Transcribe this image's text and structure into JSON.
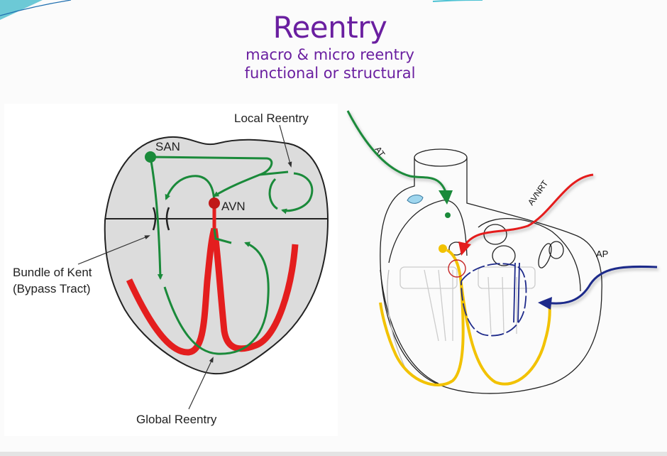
{
  "slide": {
    "title": "Reentry",
    "subtitle_lines": [
      "macro & micro reentry",
      "functional or structural"
    ]
  },
  "colors": {
    "title": "#6a1fa0",
    "accent_wave": "#4fc3d4",
    "conduction_green": "#1a8a3a",
    "purkinje_red": "#e41e1e",
    "heart_fill": "#dcdcdc",
    "his_yellow": "#f2c200",
    "ap_blue": "#1e2a8a",
    "avnrt_red": "#e41e1e"
  },
  "left_diagram": {
    "labels": {
      "san": "SAN",
      "avn": "AVN",
      "local_reentry": "Local Reentry",
      "bundle_of_kent_line1": "Bundle of Kent",
      "bundle_of_kent_line2": "(Bypass Tract)",
      "global_reentry": "Global Reentry"
    }
  },
  "right_diagram": {
    "labels": {
      "at": "AT",
      "avnrt": "AVNRT",
      "ap": "AP"
    }
  }
}
